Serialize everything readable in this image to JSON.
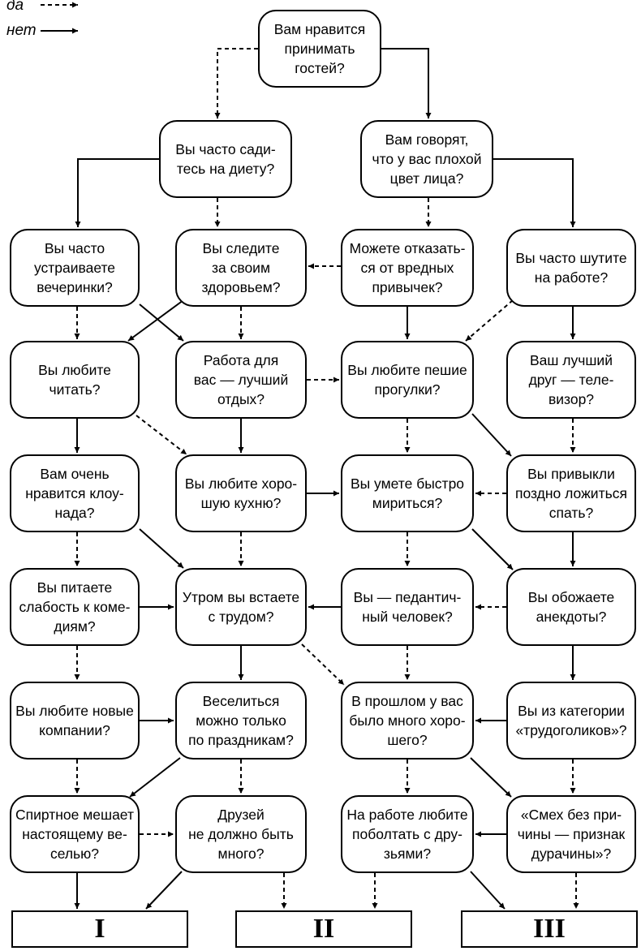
{
  "legend": {
    "yes": "да",
    "no": "нет"
  },
  "nodes": {
    "q_guests": "Вам нравится\nпринимать\nгостей?",
    "q_diet": "Вы часто сади-\nтесь на диету?",
    "q_complexion": "Вам говорят,\nчто у вас плохой\nцвет лица?",
    "q_parties": "Вы часто\nустраиваете\nвечеринки?",
    "q_health": "Вы следите\nза своим\nздоровьем?",
    "q_habits": "Можете отказать-\nся от вредных\nпривычек?",
    "q_joke_work": "Вы часто шутите\nна работе?",
    "q_read": "Вы любите\nчитать?",
    "q_work_rest": "Работа для\nвас — лучший\nотдых?",
    "q_walks": "Вы любите пешие\nпрогулки?",
    "q_tv_friend": "Ваш лучший\nдруг — теле-\nвизор?",
    "q_clowns": "Вам очень\nнравится клоу-\nнада?",
    "q_cuisine": "Вы любите хоро-\nшую кухню?",
    "q_reconcile": "Вы умете быстро\nмириться?",
    "q_late": "Вы привыкли\nпоздно ложиться\nспать?",
    "q_comedy": "Вы питаете\nслабость к коме-\nдиям?",
    "q_morning": "Утром вы встаете\nс трудом?",
    "q_pedant": "Вы — педантич-\nный человек?",
    "q_anecdotes": "Вы обожаете\nанекдоты?",
    "q_new_company": "Вы любите новые\nкомпании?",
    "q_holidays": "Веселиться\nможно только\nпо праздникам?",
    "q_past_good": "В прошлом у вас\nбыло много хоро-\nшего?",
    "q_workaholic": "Вы из категории\n«трудоголиков»?",
    "q_alcohol": "Спиртное мешает\nнастоящему ве-\nселью?",
    "q_few_friends": "Друзей\nне должно быть\nмного?",
    "q_chat_work": "На работе любите\nпоболтать с дру-\nзьями?",
    "q_laughter": "«Смех без при-\nчины — признак\nдурачины»?"
  },
  "results": {
    "r1": "I",
    "r2": "II",
    "r3": "III"
  }
}
